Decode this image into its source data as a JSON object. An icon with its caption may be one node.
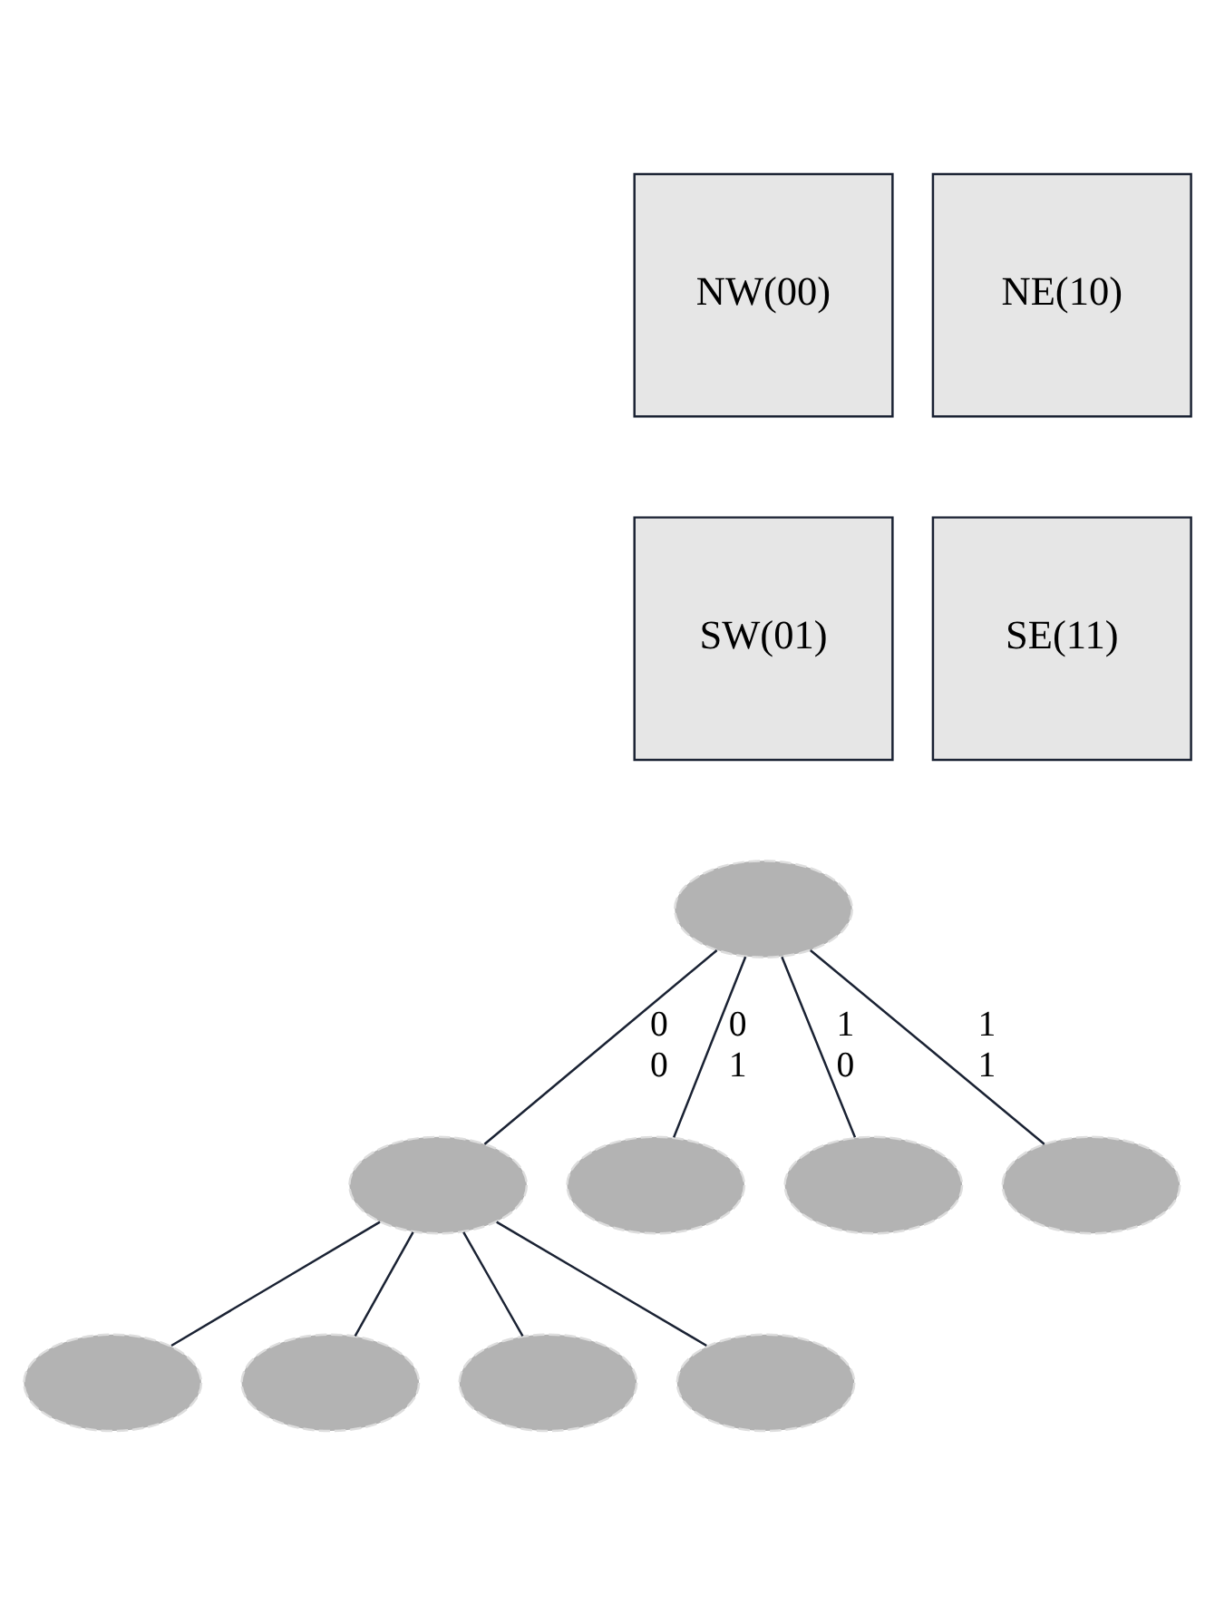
{
  "diagram": {
    "nodes": [
      {
        "text": [
          "NW(00)"
        ]
      },
      {
        "text": [
          "NE(10)"
        ]
      },
      {
        "text": [
          "SW(01)"
        ]
      },
      {
        "text": [
          "SE(11)"
        ]
      },
      {
        "text": [],
        "shape": "ellipse"
      },
      {
        "text": [],
        "shape": "ellipse"
      },
      {
        "text": [],
        "shape": "ellipse"
      },
      {
        "text": [],
        "shape": "ellipse"
      },
      {
        "text": [],
        "shape": "ellipse"
      },
      {
        "text": [],
        "shape": "ellipse"
      },
      {
        "text": [],
        "shape": "ellipse"
      },
      {
        "text": [],
        "shape": "ellipse"
      },
      {
        "text": [],
        "shape": "ellipse"
      }
    ],
    "edges": [
      {
        "from": 4,
        "to": 5,
        "arrow": "none",
        "label": "0 0"
      },
      {
        "from": 4,
        "to": 6,
        "arrow": "none",
        "label": "0 1"
      },
      {
        "from": 4,
        "to": 7,
        "arrow": "none",
        "label": "1 0"
      },
      {
        "from": 4,
        "to": 8,
        "arrow": "none",
        "label": "1 1"
      },
      {
        "from": 5,
        "to": 9,
        "arrow": "none"
      },
      {
        "from": 5,
        "to": 10,
        "arrow": "none"
      },
      {
        "from": 5,
        "to": 11,
        "arrow": "none"
      },
      {
        "from": 5,
        "to": 12,
        "arrow": "none"
      }
    ]
  }
}
